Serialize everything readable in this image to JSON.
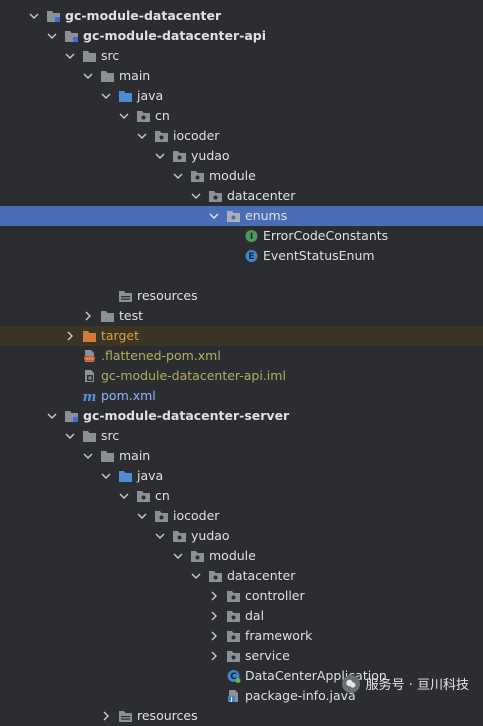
{
  "tree": {
    "rows": [
      {
        "id": "r0",
        "label": "gc-module-datacenter",
        "style": "bold",
        "icon": "module-folder-icon"
      },
      {
        "id": "r1",
        "label": "gc-module-datacenter-api",
        "style": "bold",
        "icon": "module-folder-icon"
      },
      {
        "id": "r2",
        "label": "src",
        "style": "plain",
        "icon": "folder-icon"
      },
      {
        "id": "r3",
        "label": "main",
        "style": "plain",
        "icon": "folder-icon"
      },
      {
        "id": "r4",
        "label": "java",
        "style": "plain",
        "icon": "source-folder-icon"
      },
      {
        "id": "r5",
        "label": "cn",
        "style": "plain",
        "icon": "package-icon"
      },
      {
        "id": "r6",
        "label": "iocoder",
        "style": "plain",
        "icon": "package-icon"
      },
      {
        "id": "r7",
        "label": "yudao",
        "style": "plain",
        "icon": "package-icon"
      },
      {
        "id": "r8",
        "label": "module",
        "style": "plain",
        "icon": "package-icon"
      },
      {
        "id": "r9",
        "label": "datacenter",
        "style": "plain",
        "icon": "package-icon"
      },
      {
        "id": "r10",
        "label": "enums",
        "style": "plain",
        "icon": "package-icon"
      },
      {
        "id": "r11",
        "label": "ErrorCodeConstants",
        "style": "plain",
        "icon": "interface-icon"
      },
      {
        "id": "r12",
        "label": "EventStatusEnum",
        "style": "plain",
        "icon": "enum-icon"
      },
      {
        "id": "r13",
        "label": "",
        "style": "plain",
        "icon": "none"
      },
      {
        "id": "r14",
        "label": "resources",
        "style": "plain",
        "icon": "resources-folder-icon"
      },
      {
        "id": "r15",
        "label": "test",
        "style": "plain",
        "icon": "folder-icon"
      },
      {
        "id": "r16",
        "label": "target",
        "style": "orange",
        "icon": "excluded-folder-icon"
      },
      {
        "id": "r17",
        "label": ".flattened-pom.xml",
        "style": "olive",
        "icon": "xml-file-icon"
      },
      {
        "id": "r18",
        "label": "gc-module-datacenter-api.iml",
        "style": "olive",
        "icon": "iml-file-icon"
      },
      {
        "id": "r19",
        "label": "pom.xml",
        "style": "blue",
        "icon": "maven-icon"
      },
      {
        "id": "r20",
        "label": "gc-module-datacenter-server",
        "style": "bold",
        "icon": "module-folder-icon"
      },
      {
        "id": "r21",
        "label": "src",
        "style": "plain",
        "icon": "folder-icon"
      },
      {
        "id": "r22",
        "label": "main",
        "style": "plain",
        "icon": "folder-icon"
      },
      {
        "id": "r23",
        "label": "java",
        "style": "plain",
        "icon": "source-folder-icon"
      },
      {
        "id": "r24",
        "label": "cn",
        "style": "plain",
        "icon": "package-icon"
      },
      {
        "id": "r25",
        "label": "iocoder",
        "style": "plain",
        "icon": "package-icon"
      },
      {
        "id": "r26",
        "label": "yudao",
        "style": "plain",
        "icon": "package-icon"
      },
      {
        "id": "r27",
        "label": "module",
        "style": "plain",
        "icon": "package-icon"
      },
      {
        "id": "r28",
        "label": "datacenter",
        "style": "plain",
        "icon": "package-icon"
      },
      {
        "id": "r29",
        "label": "controller",
        "style": "plain",
        "icon": "package-icon"
      },
      {
        "id": "r30",
        "label": "dal",
        "style": "plain",
        "icon": "package-icon"
      },
      {
        "id": "r31",
        "label": "framework",
        "style": "plain",
        "icon": "package-icon"
      },
      {
        "id": "r32",
        "label": "service",
        "style": "plain",
        "icon": "package-icon"
      },
      {
        "id": "r33",
        "label": "DataCenterApplication",
        "style": "plain",
        "icon": "spring-class-icon"
      },
      {
        "id": "r34",
        "label": "package-info.java",
        "style": "plain",
        "icon": "java-file-icon"
      },
      {
        "id": "r35",
        "label": "resources",
        "style": "plain",
        "icon": "resources-folder-icon"
      }
    ],
    "selected_row": "enums"
  },
  "watermark": {
    "text": "服务号 · 亘川科技"
  },
  "colors": {
    "background": "#2b2d30",
    "selection": "#4a6eb5",
    "excluded": "#d9a343",
    "modified_file": "#b3ae60",
    "maven_file": "#8fb2ff"
  }
}
